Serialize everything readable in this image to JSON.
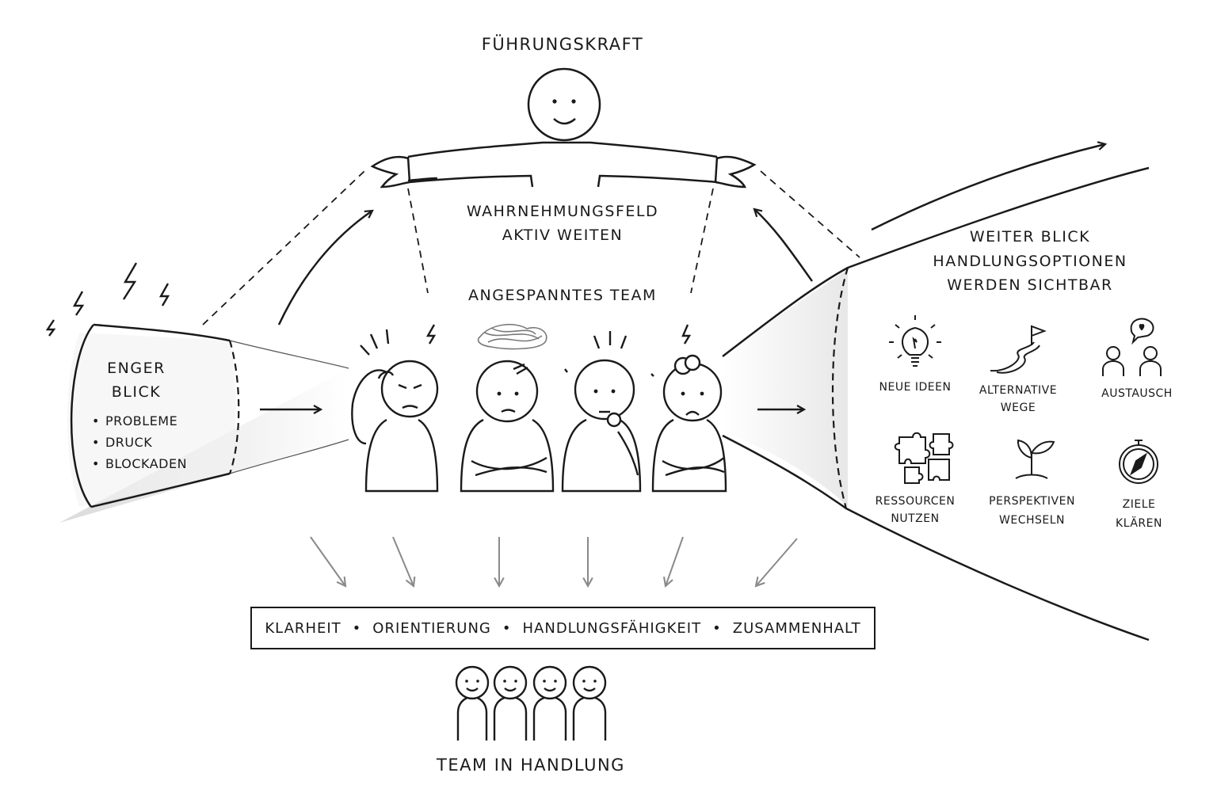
{
  "title": "FÜHRUNGSKRAFT",
  "leader_message": [
    "WAHRNEHMUNGSFELD",
    "AKTIV WEITEN"
  ],
  "team_label": "ANGESPANNTES TEAM",
  "narrow_view": {
    "title": [
      "ENGER",
      "BLICK"
    ],
    "items": [
      "PROBLEME",
      "DRUCK",
      "BLOCKADEN"
    ]
  },
  "wide_view": {
    "title": [
      "WEITER BLICK",
      "HANDLUNGSOPTIONEN",
      "WERDEN SICHTBAR"
    ],
    "options": [
      {
        "label": [
          "NEUE IDEEN"
        ],
        "icon": "lightbulb-icon"
      },
      {
        "label": [
          "ALTERNATIVE",
          "WEGE"
        ],
        "icon": "path-flag-icon"
      },
      {
        "label": [
          "AUSTAUSCH"
        ],
        "icon": "people-talking-icon"
      },
      {
        "label": [
          "RESSOURCEN",
          "NUTZEN"
        ],
        "icon": "puzzle-icon"
      },
      {
        "label": [
          "PERSPEKTIVEN",
          "WECHSELN"
        ],
        "icon": "sprout-icon"
      },
      {
        "label": [
          "ZIELE",
          "KLÄREN"
        ],
        "icon": "compass-icon"
      }
    ]
  },
  "outcomes": [
    "KLARHEIT",
    "ORIENTIERUNG",
    "HANDLUNGSFÄHIGKEIT",
    "ZUSAMMENHALT"
  ],
  "outcome_separator": "•",
  "result_label": "TEAM IN HANDLUNG",
  "colors": {
    "ink": "#1a1a1a",
    "beam": "#bdbdbd",
    "arrow_gray": "#8a8a8a"
  }
}
